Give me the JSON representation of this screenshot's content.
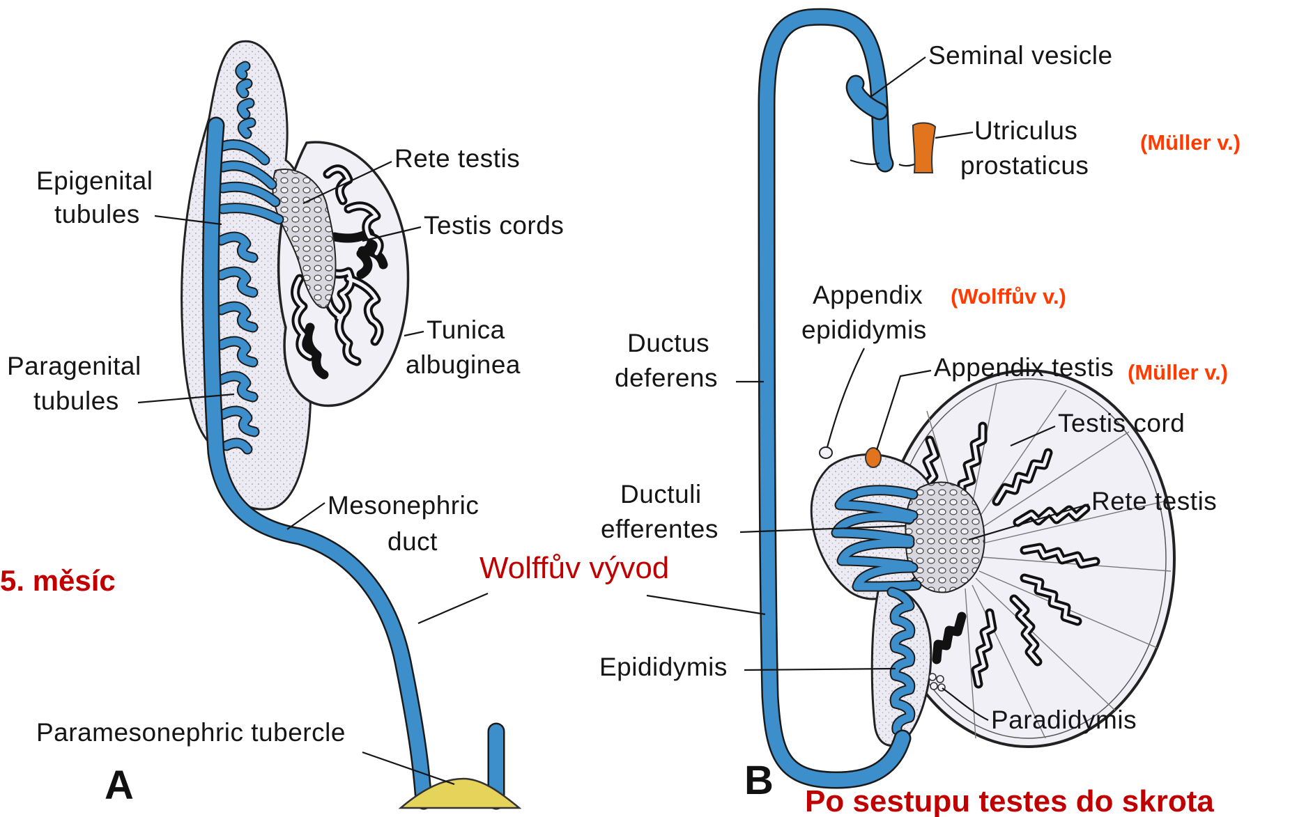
{
  "panel_a": {
    "letter": "A",
    "labels": {
      "epigenital_1": "Epigenital",
      "epigenital_2": "tubules",
      "paragenital_1": "Paragenital",
      "paragenital_2": "tubules",
      "rete_testis": "Rete testis",
      "testis_cords": "Testis cords",
      "tunica_1": "Tunica",
      "tunica_2": "albuginea",
      "mesonephric_1": "Mesonephric",
      "mesonephric_2": "duct",
      "paramesonephric": "Paramesonephric tubercle"
    }
  },
  "panel_b": {
    "letter": "B",
    "labels": {
      "seminal_vesicle": "Seminal vesicle",
      "utriculus_1": "Utriculus",
      "utriculus_2": "prostaticus",
      "appendix_epid_1": "Appendix",
      "appendix_epid_2": "epididymis",
      "appendix_testis": "Appendix testis",
      "ductus_1": "Ductus",
      "ductus_2": "deferens",
      "testis_cord": "Testis cord",
      "ductuli_1": "Ductuli",
      "ductuli_2": "efferentes",
      "rete_testis": "Rete testis",
      "epididymis": "Epididymis",
      "paradidymis": "Paradidymis"
    }
  },
  "annotations": {
    "month": "5. měsíc",
    "wolffian_duct": "Wolffův vývod",
    "muller_1": "(Müller v.)",
    "wolff_appendix": "(Wolffův v.)",
    "muller_2": "(Müller v.)",
    "descent": "Po sestupu testes do skrota"
  },
  "colors": {
    "duct_blue": "#3d8fcc",
    "tissue": "#e8e6ef",
    "mullerian_orange": "#e2741e",
    "tubercle_yellow": "#e6d35a",
    "annotation_red": "#c00000",
    "note_orange": "#ff3b00"
  }
}
